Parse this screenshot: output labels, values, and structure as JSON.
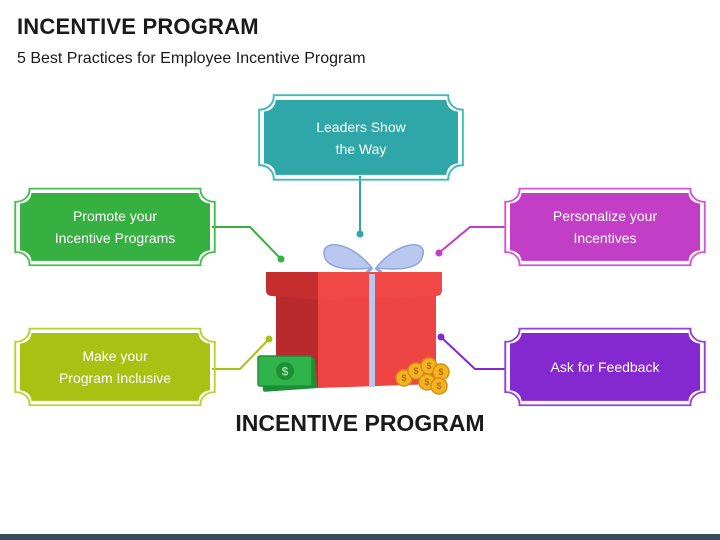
{
  "header": {
    "title": "INCENTIVE PROGRAM",
    "subtitle": "5 Best Practices for Employee Incentive Program"
  },
  "center_label": "INCENTIVE PROGRAM",
  "cards": [
    {
      "id": "leaders",
      "lines": [
        "Leaders Show",
        "the Way"
      ],
      "color": "#2fa6a8",
      "border": "#43b9bb"
    },
    {
      "id": "promote",
      "lines": [
        "Promote your",
        "Incentive Programs"
      ],
      "color": "#36b040",
      "border": "#45c04f"
    },
    {
      "id": "personalize",
      "lines": [
        "Personalize your",
        "Incentives"
      ],
      "color": "#c23ec7",
      "border": "#cf56d4"
    },
    {
      "id": "inclusive",
      "lines": [
        "Make your",
        "Program Inclusive"
      ],
      "color": "#a8c214",
      "border": "#b9d230"
    },
    {
      "id": "feedback",
      "lines": [
        "Ask for Feedback"
      ],
      "color": "#8428cf",
      "border": "#9440dc"
    }
  ],
  "colors": {
    "gift_red": "#ef4444",
    "gift_dark": "#b82a2c",
    "ribbon": "#b8c8f0",
    "money_green": "#2fb34a",
    "coin_gold": "#f5b324"
  },
  "icons": [
    "gift-icon",
    "money-bill-icon",
    "coins-icon"
  ]
}
